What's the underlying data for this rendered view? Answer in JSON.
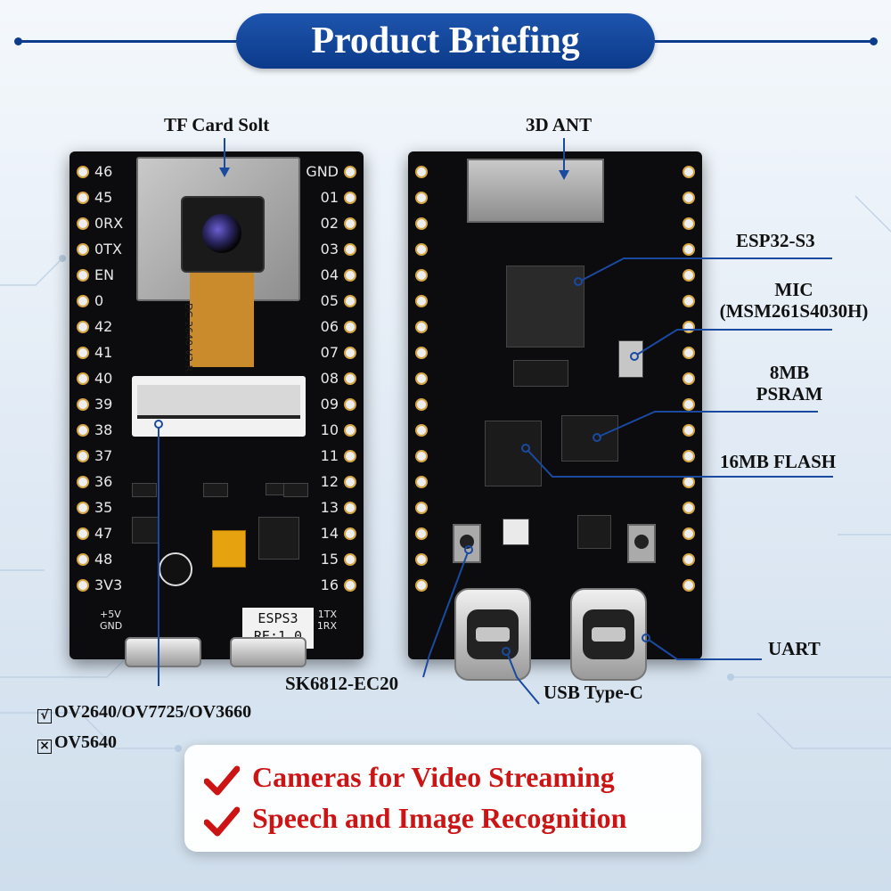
{
  "header": {
    "title": "Product Briefing"
  },
  "left_board": {
    "left_pins": [
      "46",
      "45",
      "0RX",
      "0TX",
      "EN",
      "0",
      "42",
      "41",
      "40",
      "39",
      "38",
      "37",
      "36",
      "35",
      "47",
      "48",
      "3V3"
    ],
    "right_pins": [
      "GND",
      "01",
      "02",
      "03",
      "04",
      "05",
      "06",
      "07",
      "08",
      "09",
      "10",
      "11",
      "12",
      "13",
      "14",
      "15",
      "16"
    ],
    "bottom_left": [
      "+5V",
      "GND"
    ],
    "bottom_right": [
      "1TX",
      "1RX"
    ],
    "flex_text": "DC-2640 V3.R",
    "board_name": "ESPS3",
    "board_rev": "RE:1.0"
  },
  "callouts": {
    "tf_card": "TF Card Solt",
    "ant": "3D ANT",
    "esp32": "ESP32-S3",
    "mic_line1": "MIC",
    "mic_line2": "(MSM261S4030H)",
    "psram_line1": "8MB",
    "psram_line2": "PSRAM",
    "flash": "16MB FLASH",
    "uart": "UART",
    "usb": "USB Type-C",
    "led": "SK6812-EC20"
  },
  "camera_support": [
    {
      "mark": "√",
      "text": "OV2640/OV7725/OV3660"
    },
    {
      "mark": "×",
      "text": "OV5640"
    }
  ],
  "features": [
    "Cameras for Video Streaming",
    "Speech and Image Recognition"
  ],
  "colors": {
    "accent": "#0d3c8e",
    "feature_red": "#cc1414",
    "callout_line": "#1a4aa0"
  }
}
